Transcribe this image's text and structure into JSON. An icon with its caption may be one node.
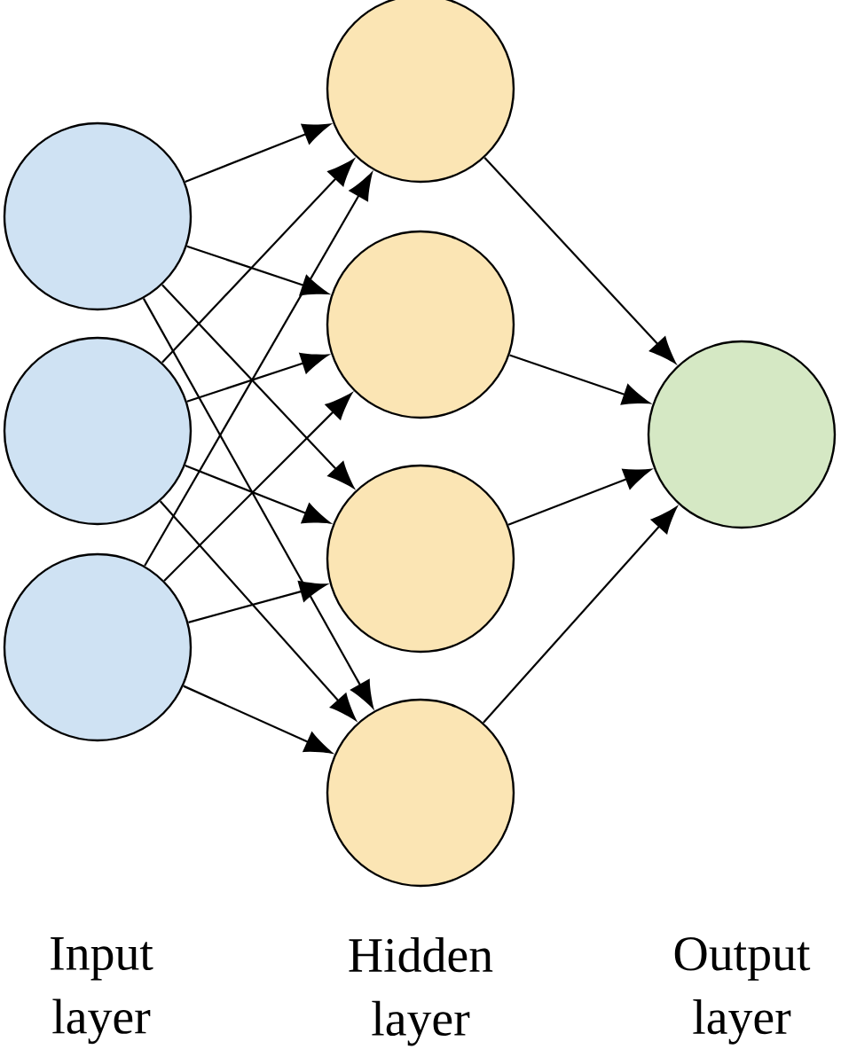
{
  "diagram": {
    "nodes": [
      {
        "text": [],
        "shape": "circle"
      },
      {
        "text": [],
        "shape": "circle"
      },
      {
        "text": [],
        "shape": "circle"
      },
      {
        "text": [],
        "shape": "circle"
      },
      {
        "text": [],
        "shape": "circle"
      },
      {
        "text": [],
        "shape": "circle"
      },
      {
        "text": [],
        "shape": "circle"
      },
      {
        "text": [],
        "shape": "circle"
      }
    ],
    "edges": [
      {
        "from": 0,
        "to": 3,
        "arrow": "to"
      },
      {
        "from": 0,
        "to": 4,
        "arrow": "to"
      },
      {
        "from": 0,
        "to": 5,
        "arrow": "to"
      },
      {
        "from": 0,
        "to": 6,
        "arrow": "to"
      },
      {
        "from": 1,
        "to": 3,
        "arrow": "to"
      },
      {
        "from": 1,
        "to": 4,
        "arrow": "to"
      },
      {
        "from": 1,
        "to": 5,
        "arrow": "to"
      },
      {
        "from": 1,
        "to": 6,
        "arrow": "to"
      },
      {
        "from": 2,
        "to": 3,
        "arrow": "to"
      },
      {
        "from": 2,
        "to": 4,
        "arrow": "to"
      },
      {
        "from": 2,
        "to": 5,
        "arrow": "to"
      },
      {
        "from": 2,
        "to": 6,
        "arrow": "to"
      },
      {
        "from": 3,
        "to": 7,
        "arrow": "to"
      },
      {
        "from": 4,
        "to": 7,
        "arrow": "to"
      },
      {
        "from": 5,
        "to": 7,
        "arrow": "to"
      },
      {
        "from": 6,
        "to": 7,
        "arrow": "to"
      }
    ],
    "labels": [
      "Input layer",
      "Hidden layer",
      "Output layer"
    ]
  }
}
